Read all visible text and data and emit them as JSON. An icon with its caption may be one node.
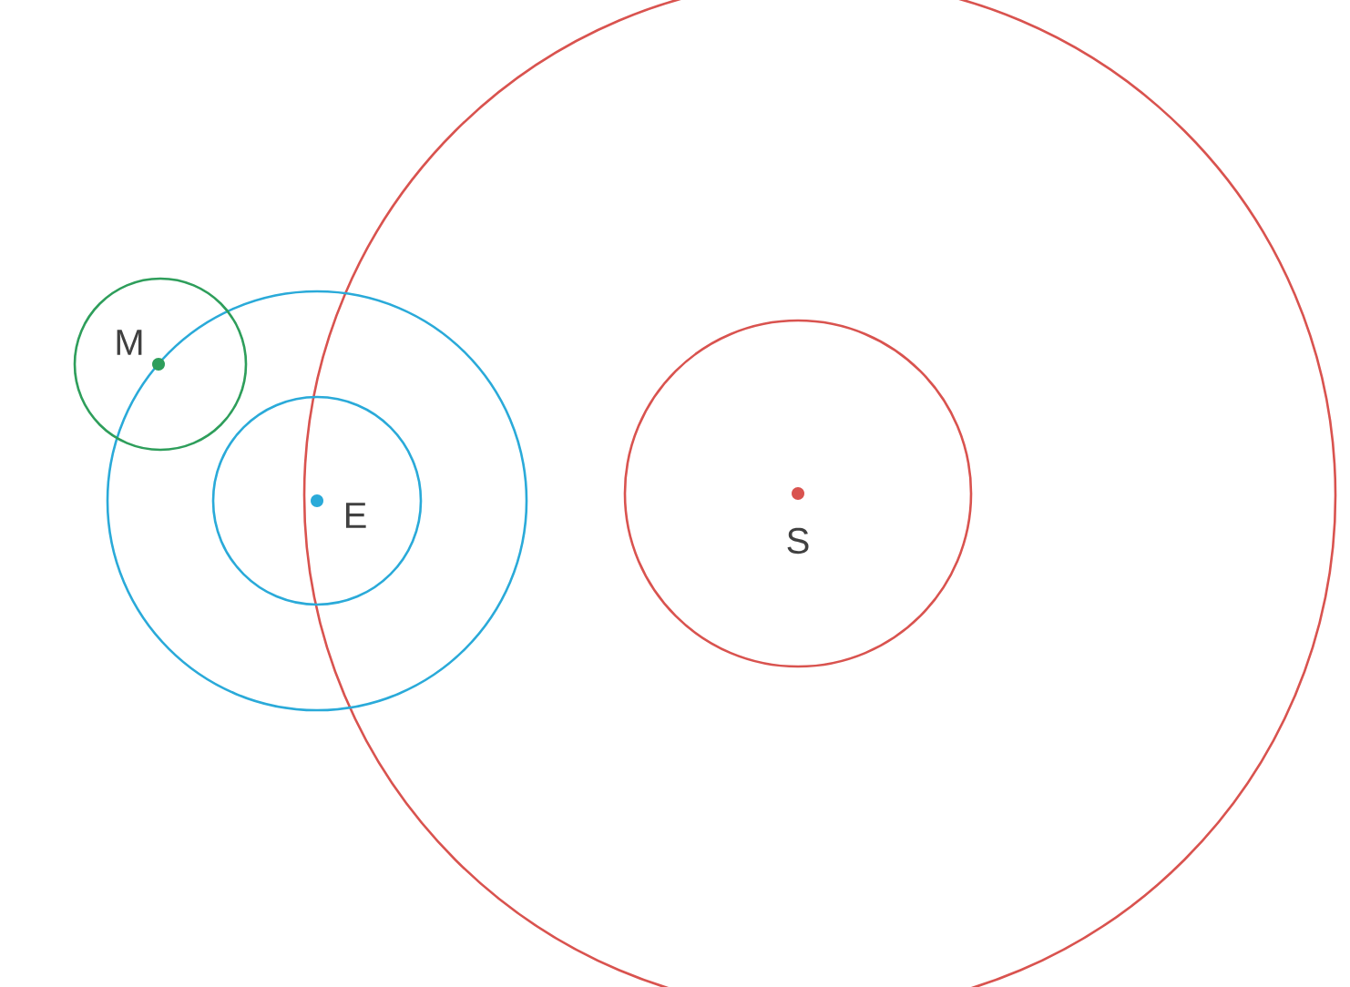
{
  "diagram": {
    "labels": [
      "M",
      "E",
      "S"
    ]
  }
}
